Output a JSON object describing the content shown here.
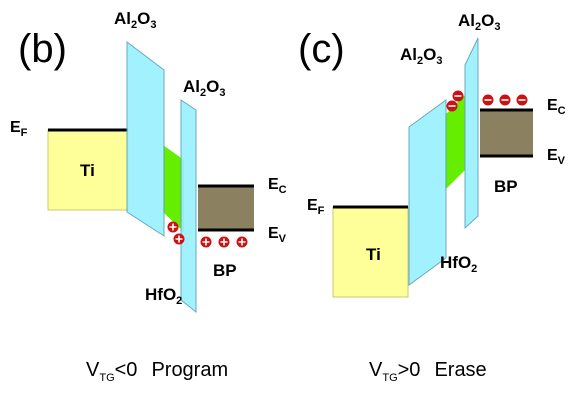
{
  "panel_b": {
    "label": "(b)",
    "metal": "Ti",
    "oxide_main": {
      "base": "Al",
      "sub1": "2",
      "mid": "O",
      "sub2": "3"
    },
    "oxide_top": {
      "base": "Al",
      "sub1": "2",
      "mid": "O",
      "sub2": "3"
    },
    "hfo2": {
      "base": "HfO",
      "sub": "2"
    },
    "semiconductor": "BP",
    "ef": {
      "base": "E",
      "sub": "F"
    },
    "ec": {
      "base": "E",
      "sub": "C"
    },
    "ev": {
      "base": "E",
      "sub": "V"
    },
    "caption": {
      "v": "V",
      "sub": "TG",
      "rest": "<0",
      "mode": "Program"
    }
  },
  "panel_c": {
    "label": "(c)",
    "metal": "Ti",
    "oxide_main": {
      "base": "Al",
      "sub1": "2",
      "mid": "O",
      "sub2": "3"
    },
    "oxide_top": {
      "base": "Al",
      "sub1": "2",
      "mid": "O",
      "sub2": "3"
    },
    "hfo2": {
      "base": "HfO",
      "sub": "2"
    },
    "semiconductor": "BP",
    "ef": {
      "base": "E",
      "sub": "F"
    },
    "ec": {
      "base": "E",
      "sub": "C"
    },
    "ev": {
      "base": "E",
      "sub": "V"
    },
    "caption": {
      "v": "V",
      "sub": "TG",
      "rest": ">0",
      "mode": "Erase"
    }
  },
  "colors": {
    "metal": "#ffff99",
    "oxide": "#99f0ff",
    "hfo2_band": "#66ee00",
    "bp": "#8b8060",
    "charge": "#cc1111"
  }
}
